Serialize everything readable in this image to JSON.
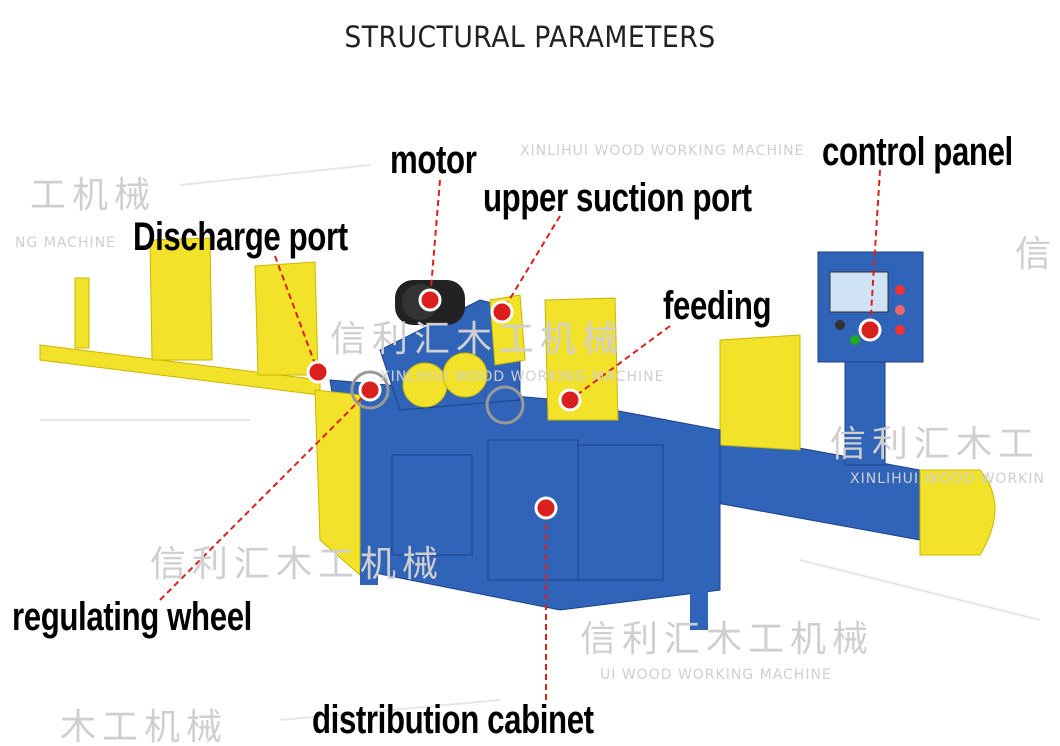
{
  "title": "STRUCTURAL PARAMETERS",
  "labels": {
    "motor": "motor",
    "upper_suction_port": "upper suction port",
    "control_panel": "control panel",
    "discharge_port": "Discharge port",
    "feeding": "feeding",
    "regulating_wheel": "regulating wheel",
    "distribution_cabinet": "distribution cabinet"
  },
  "watermark": {
    "cn": "信利汇木工机械",
    "en": "XINLIHUI WOOD WORKING MACHINE"
  },
  "colors": {
    "machine_blue": "#2f64b8",
    "plate_yellow": "#f3e22a",
    "marker_red": "#d9201e"
  }
}
